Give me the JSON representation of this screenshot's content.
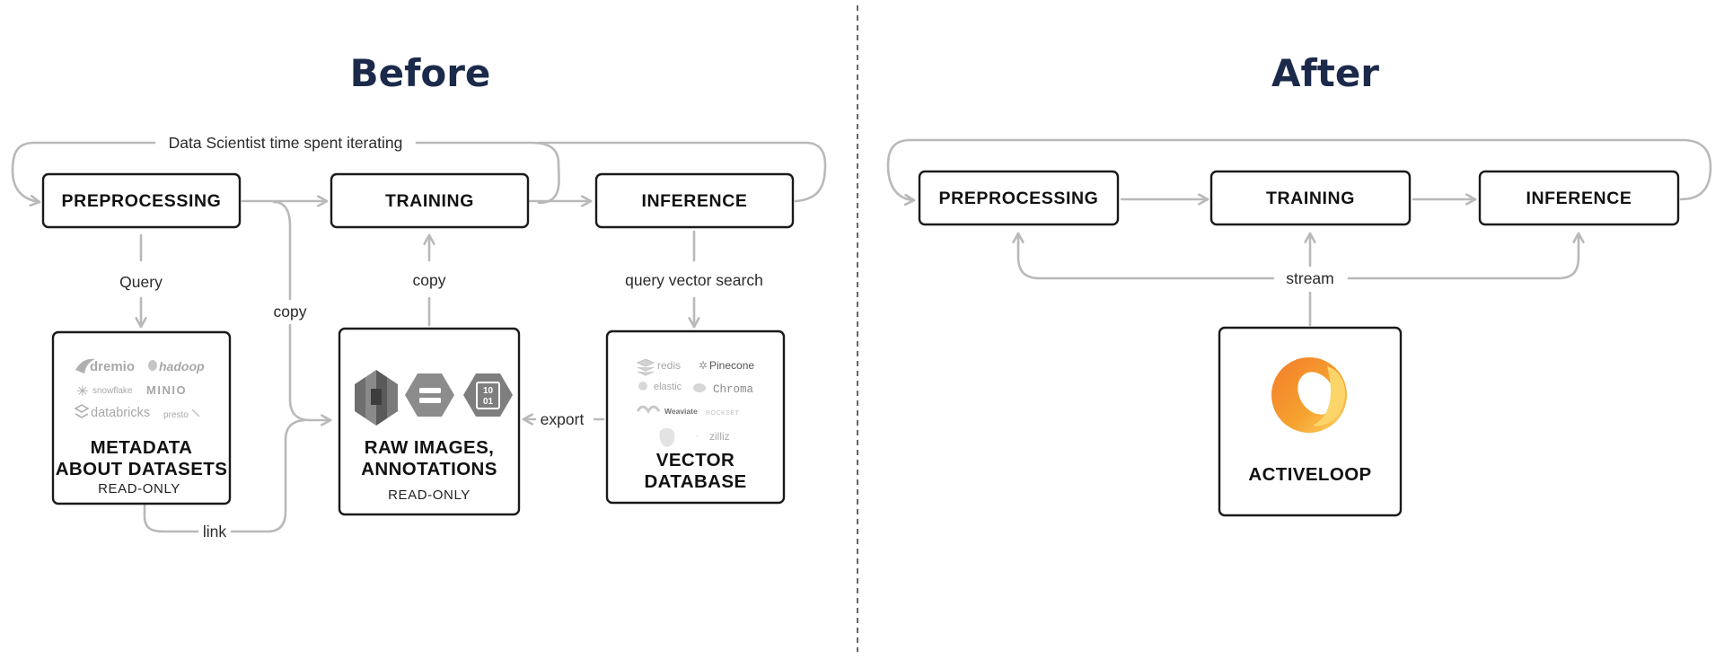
{
  "before": {
    "title": "Before",
    "loop_label": "Data Scientist time spent iterating",
    "nodes": {
      "preprocessing": "PREPROCESSING",
      "training": "TRAINING",
      "inference": "INFERENCE"
    },
    "edges": {
      "query": "Query",
      "copy_left": "copy",
      "copy_up": "copy",
      "query_vector": "query vector search",
      "export": "export",
      "link": "link"
    },
    "metadata": {
      "line1": "METADATA",
      "line2": "ABOUT DATASETS",
      "sub": "READ-ONLY",
      "logos": [
        "dremio",
        "hadoop",
        "snowflake",
        "MINIO",
        "databricks",
        "presto"
      ]
    },
    "raw": {
      "line1": "RAW IMAGES,",
      "line2": "ANNOTATIONS",
      "sub": "READ-ONLY",
      "icons": [
        "s3-bucket-icon",
        "storage-server-icon",
        "binary-file-icon"
      ],
      "binary_text_1": "10",
      "binary_text_2": "01"
    },
    "vector": {
      "line1": "VECTOR",
      "line2": "DATABASE",
      "logos": [
        "redis",
        "Pinecone",
        "elastic",
        "Chroma",
        "Weaviate",
        "ROCKSET",
        "zilliz"
      ]
    }
  },
  "after": {
    "title": "After",
    "nodes": {
      "preprocessing": "PREPROCESSING",
      "training": "TRAINING",
      "inference": "INFERENCE"
    },
    "stream_label": "stream",
    "activeloop": {
      "label": "ACTIVELOOP",
      "logo_colors": [
        "#f7b93a",
        "#f2892a",
        "#fcd56a"
      ]
    }
  },
  "colors": {
    "title": "#1b2a4a",
    "edge": "#b9b9b9",
    "box_stroke": "#1a1a1a"
  }
}
